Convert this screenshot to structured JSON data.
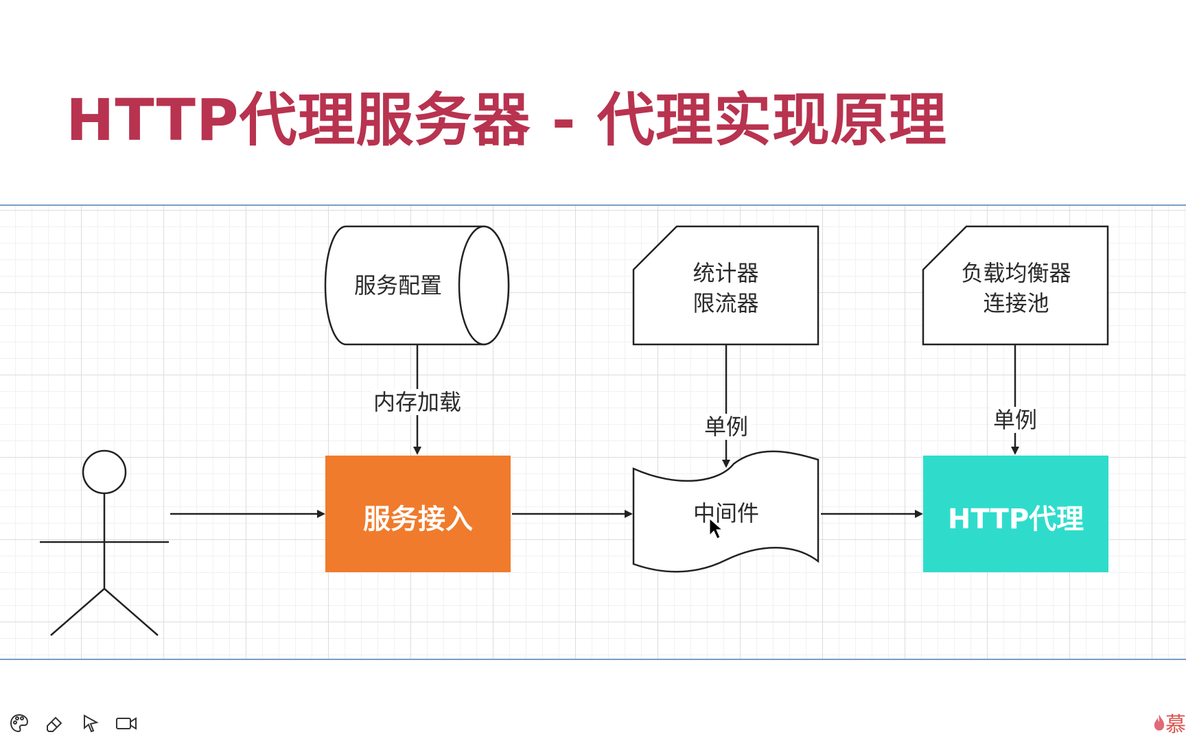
{
  "title": "HTTP代理服务器 - 代理实现原理",
  "colors": {
    "title": "#b8334f",
    "service_access_fill": "#f07b2c",
    "http_proxy_fill": "#2fdccc",
    "stroke": "#222222",
    "grid_frame": "#7a9cc6"
  },
  "nodes": {
    "service_config": "服务配置",
    "stats_line1": "统计器",
    "stats_line2": "限流器",
    "lb_line1": "负载均衡器",
    "lb_line2": "连接池",
    "service_access": "服务接入",
    "middleware": "中间件",
    "http_proxy": "HTTP代理"
  },
  "edges": {
    "config_to_access": "内存加载",
    "stats_to_middleware": "单例",
    "lb_to_proxy": "单例"
  },
  "toolbar": {
    "icons": [
      "palette-icon",
      "eraser-icon",
      "pointer-icon",
      "video-camera-icon"
    ]
  },
  "watermark": {
    "icon": "flame-logo-icon",
    "text": "慕"
  }
}
